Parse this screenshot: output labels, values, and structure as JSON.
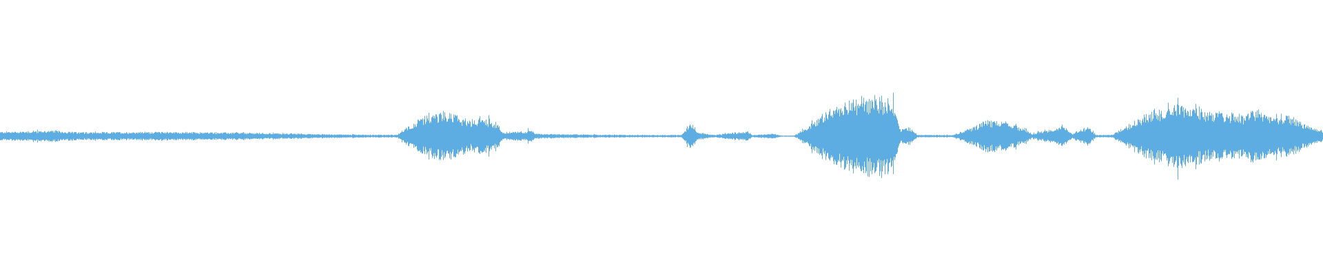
{
  "waveform": {
    "color": "#5dade2",
    "background": "#ffffff",
    "duration_fraction_segments": [
      {
        "start": 0.0,
        "end": 0.3,
        "amplitude": 0.05
      },
      {
        "start": 0.3,
        "end": 0.38,
        "amplitude": 0.2
      },
      {
        "start": 0.38,
        "end": 0.52,
        "amplitude": 0.04
      },
      {
        "start": 0.52,
        "end": 0.6,
        "amplitude": 0.1
      },
      {
        "start": 0.6,
        "end": 0.69,
        "amplitude": 0.33
      },
      {
        "start": 0.69,
        "end": 0.78,
        "amplitude": 0.16
      },
      {
        "start": 0.78,
        "end": 0.84,
        "amplitude": 0.1
      },
      {
        "start": 0.84,
        "end": 1.0,
        "amplitude": 0.35
      }
    ],
    "envelope": [
      [
        0.0,
        0.035
      ],
      [
        0.04,
        0.045
      ],
      [
        0.06,
        0.03
      ],
      [
        0.12,
        0.035
      ],
      [
        0.2,
        0.025
      ],
      [
        0.25,
        0.015
      ],
      [
        0.3,
        0.01
      ],
      [
        0.305,
        0.06
      ],
      [
        0.32,
        0.15
      ],
      [
        0.335,
        0.2
      ],
      [
        0.345,
        0.17
      ],
      [
        0.355,
        0.12
      ],
      [
        0.365,
        0.15
      ],
      [
        0.375,
        0.11
      ],
      [
        0.38,
        0.03
      ],
      [
        0.398,
        0.04
      ],
      [
        0.4,
        0.06
      ],
      [
        0.405,
        0.02
      ],
      [
        0.45,
        0.012
      ],
      [
        0.48,
        0.01
      ],
      [
        0.515,
        0.01
      ],
      [
        0.52,
        0.08
      ],
      [
        0.523,
        0.12
      ],
      [
        0.527,
        0.03
      ],
      [
        0.54,
        0.01
      ],
      [
        0.565,
        0.04
      ],
      [
        0.568,
        0.01
      ],
      [
        0.585,
        0.02
      ],
      [
        0.59,
        0.005
      ],
      [
        0.6,
        0.005
      ],
      [
        0.608,
        0.06
      ],
      [
        0.62,
        0.17
      ],
      [
        0.635,
        0.25
      ],
      [
        0.65,
        0.3
      ],
      [
        0.665,
        0.33
      ],
      [
        0.675,
        0.28
      ],
      [
        0.68,
        0.06
      ],
      [
        0.688,
        0.07
      ],
      [
        0.693,
        0.01
      ],
      [
        0.72,
        0.01
      ],
      [
        0.73,
        0.05
      ],
      [
        0.745,
        0.13
      ],
      [
        0.76,
        0.11
      ],
      [
        0.775,
        0.06
      ],
      [
        0.78,
        0.02
      ],
      [
        0.795,
        0.06
      ],
      [
        0.805,
        0.08
      ],
      [
        0.81,
        0.02
      ],
      [
        0.822,
        0.08
      ],
      [
        0.828,
        0.01
      ],
      [
        0.84,
        0.01
      ],
      [
        0.85,
        0.08
      ],
      [
        0.865,
        0.17
      ],
      [
        0.88,
        0.23
      ],
      [
        0.888,
        0.29
      ],
      [
        0.9,
        0.22
      ],
      [
        0.92,
        0.19
      ],
      [
        0.94,
        0.18
      ],
      [
        0.95,
        0.21
      ],
      [
        0.962,
        0.16
      ],
      [
        0.975,
        0.17
      ],
      [
        0.985,
        0.1
      ],
      [
        1.0,
        0.04
      ]
    ]
  }
}
